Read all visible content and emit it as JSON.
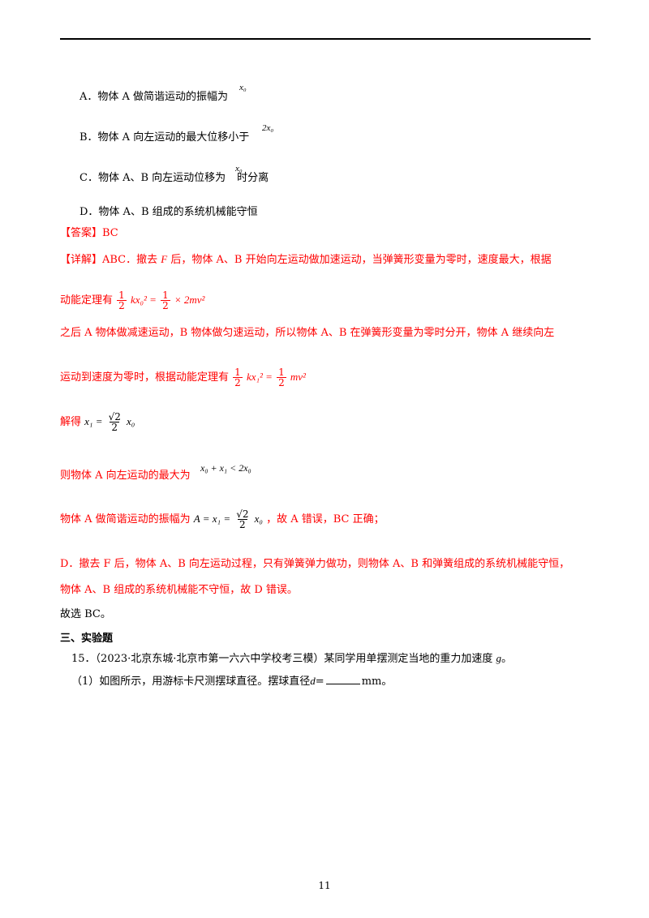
{
  "options": {
    "A": {
      "text": "A．物体 A 做简谐运动的振幅为",
      "math": "x₀"
    },
    "B": {
      "text": "B．物体 A 向左运动的最大位移小于",
      "math": "2x₀"
    },
    "C": {
      "pre": "C．物体 A、B 向左运动位移为",
      "math": "x₀",
      "post": "时分离"
    },
    "D": {
      "text": "D．物体 A、B 组成的系统机械能守恒"
    }
  },
  "answer": "【答案】BC",
  "detail": {
    "line1_pre": "【详解】ABC．撤去",
    "line1_F": "F",
    "line1_post": "后，物体 A、B 开始向左运动做加速运动，当弹簧形变量为零时，速度最大，根据",
    "line2_pre": "动能定理有",
    "line2_eq_left": "kx₀² =",
    "line2_eq_right": "× 2mv²",
    "line3": "之后 A 物体做减速运动，B 物体做匀速运动，所以物体 A、B 在弹簧形变量为零时分开，物体 A 继续向左",
    "line4_pre": "运动到速度为零时，根据动能定理有",
    "line4_eq_left": "kx₁² =",
    "line4_eq_right": "mv²",
    "line5_pre": "解得",
    "line5_eq": "x₁ =",
    "line5_num": "√2",
    "line5_tail": "x₀",
    "line6_pre": "则物体 A 向左运动的最大为",
    "line6_eq": "x₀ + x₁ < 2x₀",
    "line7_pre": "物体 A 做简谐运动的振幅为",
    "line7_eq": "A = x₁ =",
    "line7_num": "√2",
    "line7_tail": "x₀",
    "line7_post": "，故 A 错误，BC 正确；",
    "line8": "D．撤去 F 后，物体 A、B 向左运动过程，只有弹簧弹力做功，则物体 A、B 和弹簧组成的系统机械能守恒，",
    "line9": "物体 A、B 组成的系统机械能不守恒，故 D 错误。",
    "fraction_one": "1",
    "fraction_two": "2"
  },
  "conclusion": "故选 BC。",
  "section_title": "三、实验题",
  "question": {
    "number": "15．",
    "source": "（2023·北京东城·北京市第一六六中学校考三模）某同学用单摆测定当地的重力加速度",
    "g": "g",
    "end": "。"
  },
  "sub1": {
    "pre": "（1）如图所示，用游标卡尺测摆球直径。摆球直径",
    "var": "d",
    "eq": "=",
    "post": "mm。"
  },
  "page_number": "11"
}
